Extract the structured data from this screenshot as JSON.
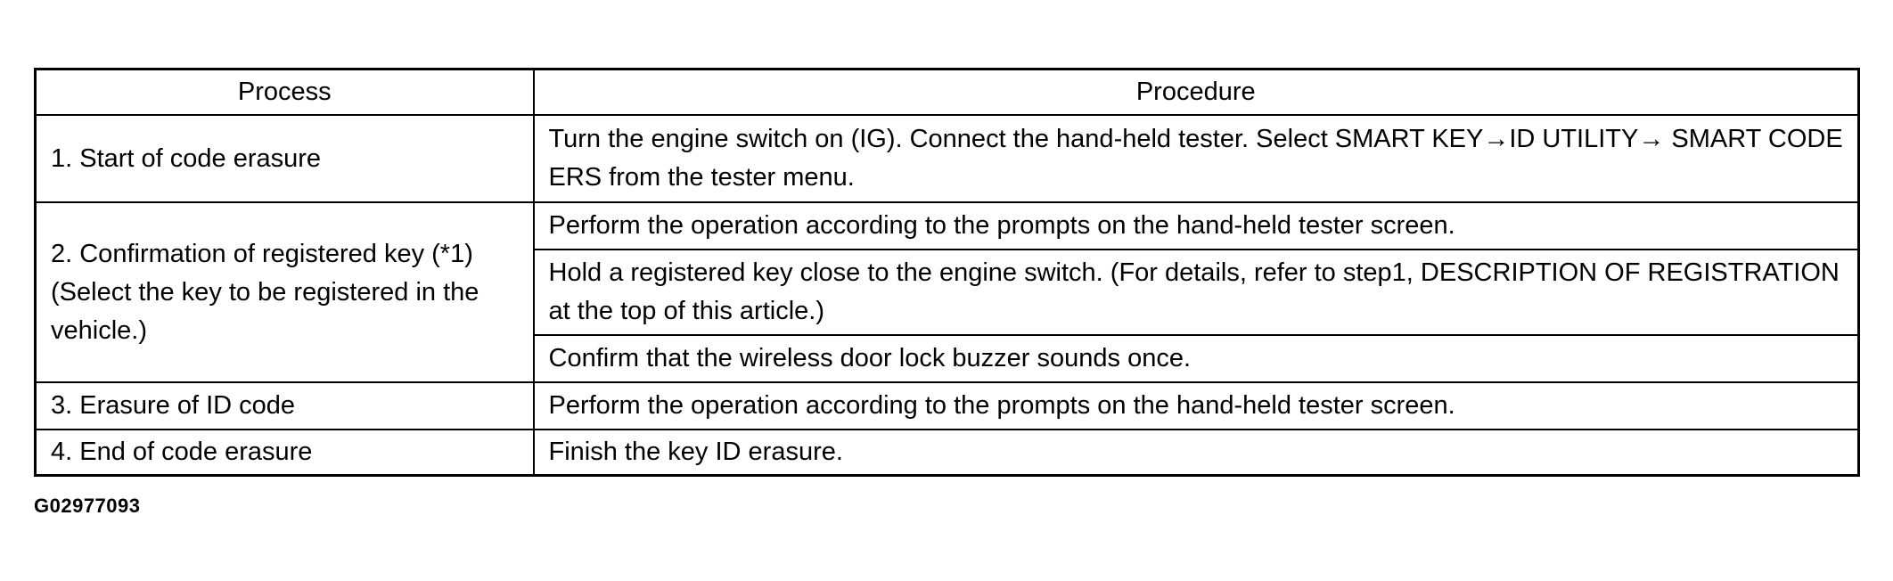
{
  "table": {
    "headers": [
      "Process",
      "Procedure"
    ],
    "rows": [
      {
        "process": "1. Start of code erasure",
        "procedures": [
          "Turn the engine switch on (IG). Connect the hand-held tester. Select SMART KEY→ID UTILITY→ SMART CODE ERS from the tester menu."
        ]
      },
      {
        "process_lines": [
          "2. Confirmation of registered key (*1)",
          "(Select the key to be registered in the",
          "vehicle.)"
        ],
        "procedures": [
          "Perform the operation according to the prompts on the hand-held tester screen.",
          "Hold a registered key close to the engine switch. (For details, refer to step1, DESCRIPTION OF REGISTRATION at the top of this article.)",
          "Confirm that the wireless door lock buzzer sounds once."
        ]
      },
      {
        "process": "3. Erasure of ID code",
        "procedures": [
          "Perform the operation according to the prompts on the hand-held tester screen."
        ]
      },
      {
        "process": "4. End of code erasure",
        "procedures": [
          "Finish the key ID erasure."
        ]
      }
    ]
  },
  "figure_id": "G02977093"
}
